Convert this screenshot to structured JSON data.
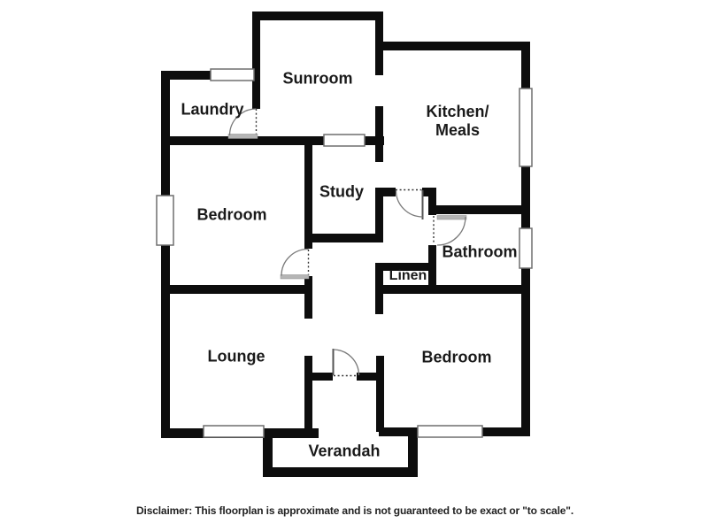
{
  "rooms": {
    "sunroom": "Sunroom",
    "laundry": "Laundry",
    "kitchen_line1": "Kitchen/",
    "kitchen_line2": "Meals",
    "study": "Study",
    "bedroom_left": "Bedroom",
    "bathroom": "Bathroom",
    "linen": "Linen",
    "lounge": "Lounge",
    "bedroom_right": "Bedroom",
    "verandah": "Verandah"
  },
  "disclaimer": "Disclaimer: This floorplan is approximate and is not guaranteed to be exact or \"to scale\".",
  "colors": {
    "wall": "#0d0d0d",
    "window_fill": "#ffffff",
    "window_border": "#6f6f6f",
    "door_leaf_gray": "#b5b5b5",
    "door_leaf_dark": "#555555",
    "door_arc": "#7a7a7a",
    "opening_dash": "#333333",
    "text": "#1a1a1a"
  }
}
